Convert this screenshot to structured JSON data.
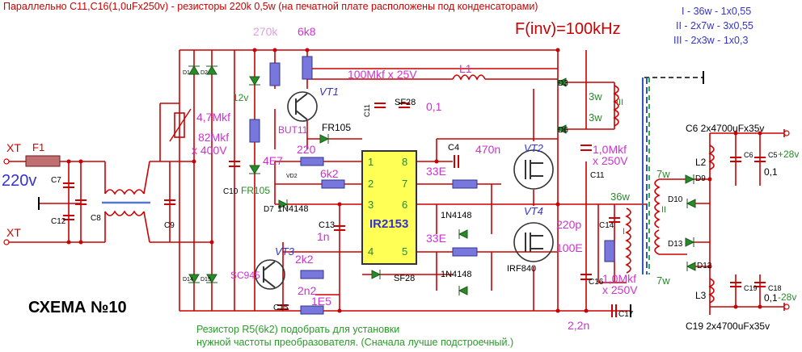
{
  "top_note": "Параллельно C11,C16(1,0uFx250v) - резисторы 220k 0,5w (на печатной плате расположены под конденсаторами)",
  "finv": "F(inv)=100kHz",
  "winding_legend": [
    "I - 36w - 1x0,55",
    "II - 2x7w - 3x0,55",
    "III - 2x3w - 1x0,3"
  ],
  "title": "СХЕМА №10",
  "bottom_note": [
    "Резистор R5(6k2) подобрать для установки",
    "нужной частоты  преобразователя. (Сначала лучше подстроечный.)"
  ],
  "inputs": {
    "xt1": "XT",
    "xt2": "XT",
    "fuse": "F1",
    "voltage": "220v"
  },
  "ic": {
    "name": "IR2153",
    "pins_left": [
      "1",
      "2",
      "3",
      "4"
    ],
    "pins_right": [
      "8",
      "7",
      "6",
      "5"
    ]
  },
  "values": {
    "r_270k": "270k",
    "r_6k8": "6k8",
    "c_100mkf": "100Mkf x 25V",
    "l1": "L1",
    "c_01": "0,1",
    "sf28_top": "SF28",
    "z12v": "12v",
    "bt11": "BUT11",
    "fr105_a": "FR105",
    "fr105_b": "FR105",
    "c_47": "4,7Mkf",
    "c_82": "82Mkf",
    "c_400": "x 400V",
    "r_220": "220",
    "r_4e7": "4E7",
    "r_6k2": "6k2",
    "d_1n4148_a": "1N4148",
    "c13": "C13",
    "c_1n": "1n",
    "c4": "C4",
    "c_470n": "470n",
    "r_33e_a": "33E",
    "r_33e_b": "33E",
    "d_1n4148_b": "1N4148",
    "d_1n4148_c": "1N4148",
    "sf28_bot": "SF28",
    "vt1": "VT1",
    "vt2": "VT2",
    "vt3": "VT3",
    "vt4": "VT4",
    "sc945": "SC945",
    "r_2k2": "2k2",
    "c_2n2": "2n2",
    "r_1e5": "1E5",
    "c_1mkf_a": "1,0Mkf",
    "c_250_a": "x 250V",
    "c_1mkf_b": "1,0Mkf",
    "c_250_b": "x 250V",
    "c_220p": "220p",
    "r_100e": "100E",
    "irf840": "IRF840",
    "c_2n2b": "2,2n",
    "c17": "C17",
    "c10": "C10",
    "c7": "C7",
    "c8": "C8",
    "c9": "C9",
    "c12": "C12",
    "c15": "C15",
    "c11": "C11",
    "c14": "C14",
    "c16": "C16",
    "w3a": "3w",
    "w3b": "3w",
    "w_iii": "III",
    "w7a": "7w",
    "w36": "36w",
    "w_ii": "II",
    "w_i": "I",
    "w7b": "7w",
    "d3": "D3",
    "d6": "D6",
    "d9": "D9",
    "d10": "D10",
    "d13": "D13",
    "d12": "D12",
    "d7": "D7",
    "d1": "D1",
    "d2": "D2",
    "d14": "D14",
    "d15": "D15",
    "vd2": "VD2",
    "l2": "L2",
    "l3": "L3",
    "c6_label": "C6 2x4700uFx35v",
    "c19_label": "C19 2x4700uFx35v",
    "p28": "+28v",
    "n28": "-28v",
    "c01a": "0,1",
    "c01b": "0,1",
    "c5": "C5",
    "c6": "C6",
    "c18": "C18",
    "c19": "C19"
  },
  "colors": {
    "wire": "#cc0000",
    "text_red": "#cc0000",
    "text_magenta": "#cc33cc",
    "text_green": "#2a9a2a",
    "text_blue": "#3333cc",
    "ic_fill": "#ffff55",
    "component": "#6666dd",
    "diode": "#2a8a2a"
  }
}
